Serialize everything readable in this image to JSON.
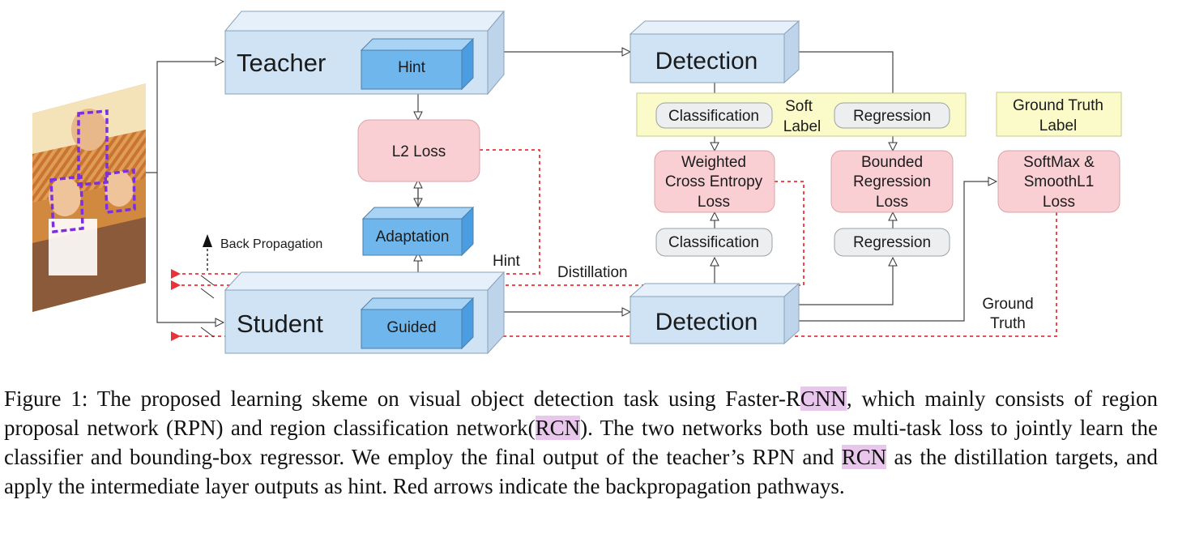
{
  "nodes": {
    "teacher": "Teacher",
    "hint": "Hint",
    "student": "Student",
    "guided": "Guided",
    "l2_loss": "L2 Loss",
    "adaptation": "Adaptation",
    "detection_teacher": "Detection",
    "detection_student": "Detection",
    "classification_teacher": "Classification",
    "regression_teacher": "Regression",
    "soft_label_1": "Soft",
    "soft_label_2": "Label",
    "classification_student": "Classification",
    "regression_student": "Regression",
    "wce_loss_1": "Weighted",
    "wce_loss_2": "Cross Entropy",
    "wce_loss_3": "Loss",
    "bounded_loss_1": "Bounded",
    "bounded_loss_2": "Regression",
    "bounded_loss_3": "Loss",
    "gt_label_1": "Ground Truth",
    "gt_label_2": "Label",
    "softmax_loss_1": "SoftMax &",
    "softmax_loss_2": "SmoothL1",
    "softmax_loss_3": "Loss"
  },
  "edge_labels": {
    "back_propagation": "Back Propagation",
    "hint": "Hint",
    "distillation": "Distillation",
    "ground_truth_1": "Ground",
    "ground_truth_2": "Truth"
  },
  "caption": {
    "p1": "Figure 1: The proposed learning skeme on visual object detection task using Faster-R",
    "h1": "CNN",
    "p2": ", which mainly consists of region proposal network (RPN) and region classification network(",
    "h2": "RCN",
    "p3": "). The two networks both use multi-task loss to jointly learn the classifier and bounding-box regressor. We employ the final output of the teacher’s RPN and ",
    "h3": "RCN",
    "p4": " as the distillation targets, and apply the intermediate layer outputs as hint. Red arrows indicate the backpropagation pathways."
  },
  "colors": {
    "box_blue": "#cfe3f5",
    "box_blue_dark": "#6fb6ec",
    "loss_pink": "#f9cfd3",
    "label_yellow": "#fbfbc9",
    "pill_gray": "#edeef0",
    "backprop_red": "#e8333a",
    "highlight": "#e9c6ec"
  }
}
